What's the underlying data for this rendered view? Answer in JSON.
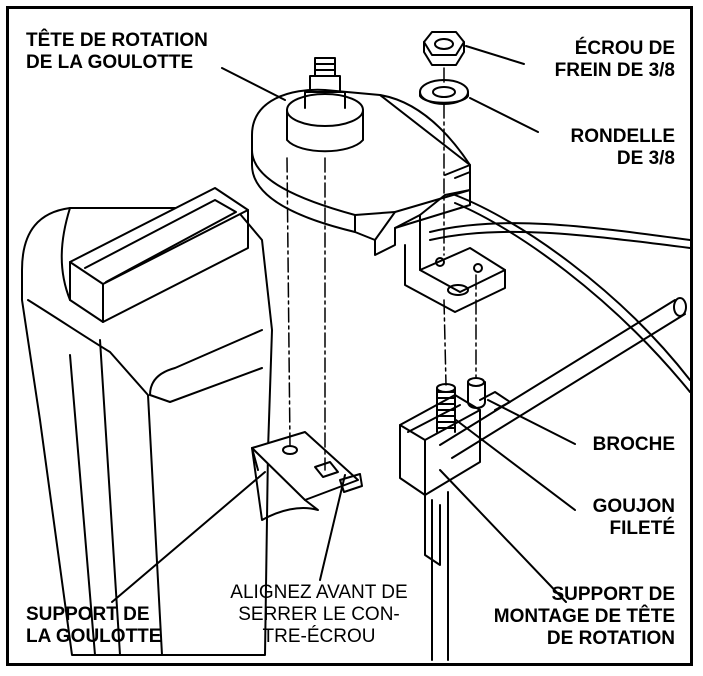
{
  "labels": {
    "tete_rotation": [
      "TÊTE DE ROTATION",
      "DE LA GOULOTTE"
    ],
    "ecrou": [
      "ÉCROU DE",
      "FREIN DE 3/8"
    ],
    "rondelle": [
      "RONDELLE",
      "DE 3/8"
    ],
    "broche": [
      "BROCHE"
    ],
    "goujon": [
      "GOUJON",
      "FILETÉ"
    ],
    "support_montage": [
      "SUPPORT DE",
      "MONTAGE DE TÊTE",
      "DE ROTATION"
    ],
    "support_goulotte": [
      "SUPPORT DE",
      "LA GOULOTTE"
    ],
    "alignez": [
      "ALIGNEZ AVANT DE",
      "SERRER LE CON-",
      "TRE-ÉCROU"
    ]
  },
  "colors": {
    "ink": "#000000",
    "paper": "#ffffff",
    "shade": "#d8d8d8"
  }
}
